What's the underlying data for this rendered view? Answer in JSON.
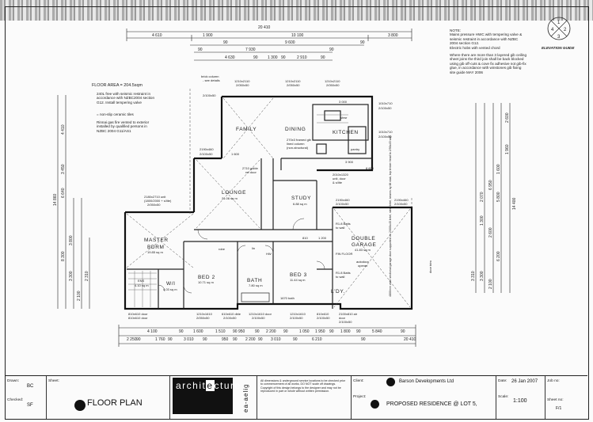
{
  "plan": {
    "floor_area": "FLOOR AREA = 204.5sqm",
    "dims_top": [
      "20 410",
      "4 610",
      "1 900",
      "10 100",
      "3 800",
      "90",
      "9 600",
      "90",
      "7 930",
      "90",
      "90",
      "4 630",
      "90",
      "1 300",
      "90",
      "2 910",
      "90"
    ],
    "dims_bottom": [
      "4 100",
      "90",
      "1 600",
      "1 510",
      "90 950",
      "90",
      "2 200",
      "90",
      "1 050",
      "1 950",
      "90",
      "1 800",
      "90",
      "5 840",
      "90",
      "2 250",
      "90",
      "1 760",
      "90",
      "3 010",
      "90",
      "950",
      "90",
      "2 200",
      "90",
      "3 010",
      "90",
      "6 210",
      "90",
      "20 410"
    ],
    "dims_left": [
      "14 860",
      "4 410",
      "3 450",
      "6 640",
      "8 300",
      "3 800",
      "3 300",
      "2 100",
      "2 310"
    ],
    "dims_right": [
      "14 400",
      "2 600",
      "1 960",
      "1 600",
      "6 950",
      "5 800",
      "2 070",
      "1 300",
      "2 600",
      "6 200",
      "3 300",
      "2 100",
      "3 310"
    ],
    "rooms": {
      "family": "FAMILY",
      "dining": "DINING",
      "kitchen": "KITCHEN",
      "lounge": "LOUNGE",
      "lounge_area": "21.06 sq m",
      "study": "STUDY",
      "study_area": "6.88 sq m",
      "master": "MASTER",
      "bdrm": "BDRM",
      "master_area": "19.85 sq m",
      "double": "DOUBLE",
      "garage": "GARAGE",
      "garage_area": "41.83 sq m",
      "bed2": "BED 2",
      "bed2_area": "10.71 sq m",
      "bed3": "BED 3",
      "bed3_area": "11.44 sq m",
      "bath": "BATH",
      "bath_area": "7.80 sq m",
      "wir": "W/I",
      "wir_area": "4.03 sq m",
      "ldy": "L'DY.",
      "ens": "ENS",
      "ens_area": "4.10 sq m",
      "pantry": "pantry",
      "shwr": "shwr"
    },
    "labels": {
      "window_top_1": "1210x2110",
      "window_top_1b": "2/050x50",
      "window_top_2": "1210x2110",
      "window_top_2b": "2/050x50",
      "window_top_3": "1210x2110",
      "window_top_3b": "2/050x50",
      "window_right_1": "1010x710",
      "window_right_1b": "2/100x50",
      "window_right_2": "1010x710",
      "window_right_2b": "2/100x50",
      "brick_column": "brick column",
      "see_details": "- see details",
      "wall_2_100x50": "2/100x50",
      "unit_2180": "2180x2710 unit",
      "unit_2180b": "(1800/2000 + s/lite)",
      "unit_2180c": "2/050x50",
      "d2190": "2190x460",
      "d2190b": "2/100x50",
      "d3000": "3 000",
      "d1600": "1 600",
      "d3900": "3 900",
      "d8600": "8 600",
      "beam_270": "270x3 framed gib",
      "beam_270b": "lined column",
      "beam_270c": "(non-structural)",
      "d2710": "2710 gable",
      "ref_door": "ref door",
      "d2010": "2010x1320",
      "d2010b": "unit, door",
      "d2010c": "& s/lite",
      "d2190r": "2190x460",
      "d2190rb": "2/100x50",
      "d2190g": "2190x460",
      "d2190gb": "2/100x50",
      "r18_1": "R1.8 Batts",
      "r18_1b": "to wall",
      "r18_2": "R1.8 Batts",
      "r18_2b": "to wall",
      "autodoor": "autodoor",
      "autodoor_b": "opener",
      "d810": "810",
      "d1200": "1 200",
      "robe": "robe",
      "lin": "lin",
      "hw": "HW",
      "d1670": "1670 bath",
      "garage_note": "4800mm wide sectional garage door supported on 2/600x45 lintel, steel lintel, beams by tilt slab, top timber head to 2/90x45 wall",
      "door_trim": "door trim",
      "d810b": "810x610 door",
      "d810c": "810x610 door",
      "d1210a": "1210x1610",
      "d1210ab": "2/050x50",
      "d610": "610x610 dble",
      "d610b": "2/100x50",
      "d1210b": "1210x1610 door",
      "d1210bb": "2/100x50",
      "d1210c": "1210x1610",
      "d1210cb": "2/100x50",
      "d810d": "810x610",
      "d810db": "2/100x50",
      "d2100": "2100x810 air",
      "d2100b": "door",
      "d2100c": "2/100x50",
      "fin_floor": "FIN FLOOR",
      "note_240": "240L free with seismic restraint in accordance with NZBC2004 section G12. Install tempering valve",
      "note_ceramic": "= non-slip ceramic tiles",
      "note_gas": "Rinnai gas fire vented to exterior installed by qualified persons in NZBC 2004 G11/AS1"
    }
  },
  "notes": {
    "heading": "NOTE:",
    "line1": "Mains pressure HWC with tempering valve &",
    "line2": "seismic restraint in accordance with NZBC",
    "line3": "2004 section G12.",
    "line4": "Electric hobs with vented chord",
    "line5": "Where there are more than 3 layered gib ceiling",
    "line6": "sheet joins the third join shall be back blocked",
    "line7": "using gib off-cuts & cove fix adhesive not gib-fix",
    "line8": "glue, in accordance with winstones gib fixing",
    "line9": "site guide MAY 2006",
    "elev_label": "ELEVATION GUIDE",
    "elev_numbers": [
      "1",
      "2",
      "3",
      "4"
    ]
  },
  "title_block": {
    "drawn_label": "Drawn:",
    "drawn_value": "BC",
    "checked_label": "Checked:",
    "checked_value": "SF",
    "sheet_label": "Sheet:",
    "sheet_title": "FLOOR PLAN",
    "firm": "archit",
    "firm_mid": "e",
    "firm_end": "cture",
    "firm_side": "ea-aelig",
    "disclaimer": "All dimensions & underground service locations to be checked prior to commencement of all works. DO NOT scale off drawings. Copyright of this design belongs to the designer and may not be reproduced in part or whole without written permission.",
    "client_label": "Client:",
    "client_value": "Barson Developments Ltd",
    "project_label": "Project:",
    "project_value": "PROPOSED RESIDENCE @ LOT 5,",
    "date_label": "Date:",
    "date_value": "26 Jan 2007",
    "scale_label": "Scale:",
    "scale_value": "1:100",
    "job_label": "Job no:",
    "sheetno_label": "Sheet no:",
    "sheetno_value": "F/1"
  }
}
